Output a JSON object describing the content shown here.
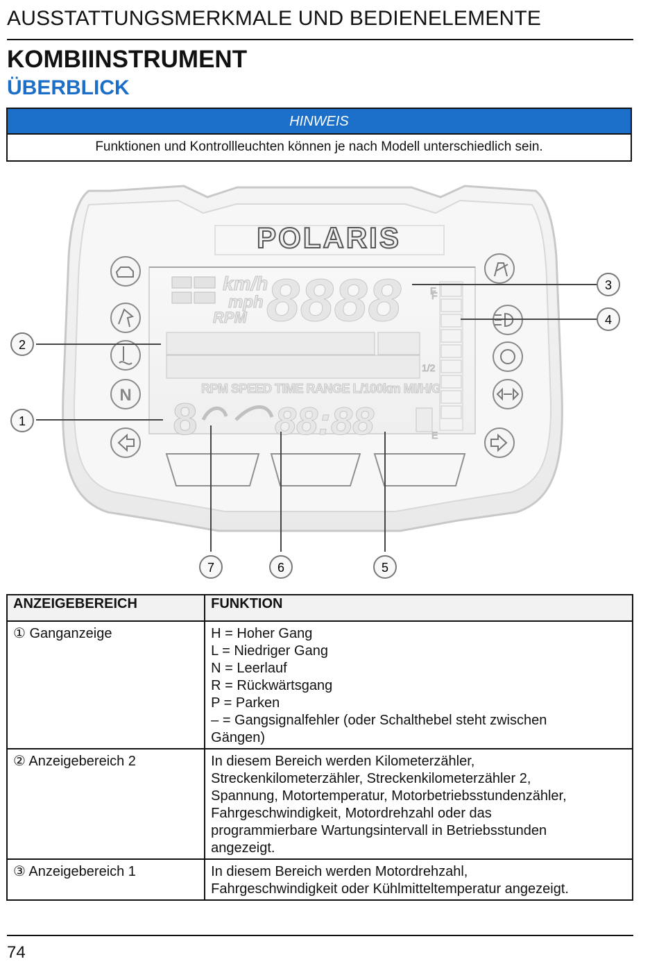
{
  "header": {
    "section_title": "AUSSTATTUNGSMERKMALE UND BEDIENELEMENTE",
    "title": "KOMBIINSTRUMENT",
    "subtitle": "ÜBERBLICK"
  },
  "note": {
    "heading": "HINWEIS",
    "text": "Funktionen und Kontrollleuchten können je nach Modell unterschiedlich sein."
  },
  "figure": {
    "brand": "POLARIS",
    "display_texts": {
      "kmh": "km/h",
      "mph": "mph",
      "rpm": "RPM",
      "main_digits": "8888",
      "segment_row": "RPM SPEED TIME RANGE L/100km MI/H/GAL",
      "odometer_digits": "88:88",
      "fuel_full": "F",
      "fuel_half": "1/2",
      "fuel_empty": "E",
      "gear": "8"
    },
    "callouts": [
      "1",
      "2",
      "3",
      "4",
      "5",
      "6",
      "7"
    ]
  },
  "table": {
    "headers": [
      "ANZEIGEBEREICH",
      "FUNKTION"
    ],
    "rows": [
      {
        "area": "① Ganganzeige",
        "function_lines": [
          "H = Hoher Gang",
          "L = Niedriger Gang",
          "N = Leerlauf",
          "R = Rückwärtsgang",
          "P = Parken",
          "– = Gangsignalfehler (oder Schalthebel steht zwischen",
          "Gängen)"
        ]
      },
      {
        "area": "② Anzeigebereich 2",
        "function_lines": [
          "In diesem Bereich werden Kilometerzähler,",
          "Streckenkilometerzähler, Streckenkilometerzähler 2,",
          "Spannung, Motortemperatur, Motorbetriebsstundenzähler,",
          "Fahrgeschwindigkeit, Motordrehzahl oder das",
          "programmierbare Wartungsintervall in Betriebsstunden",
          "angezeigt."
        ]
      },
      {
        "area": "③ Anzeigebereich 1",
        "function_lines": [
          "In diesem Bereich werden Motordrehzahl,",
          "Fahrgeschwindigkeit oder Kühlmitteltemperatur angezeigt."
        ]
      }
    ]
  },
  "footer": {
    "page_number": "74"
  }
}
